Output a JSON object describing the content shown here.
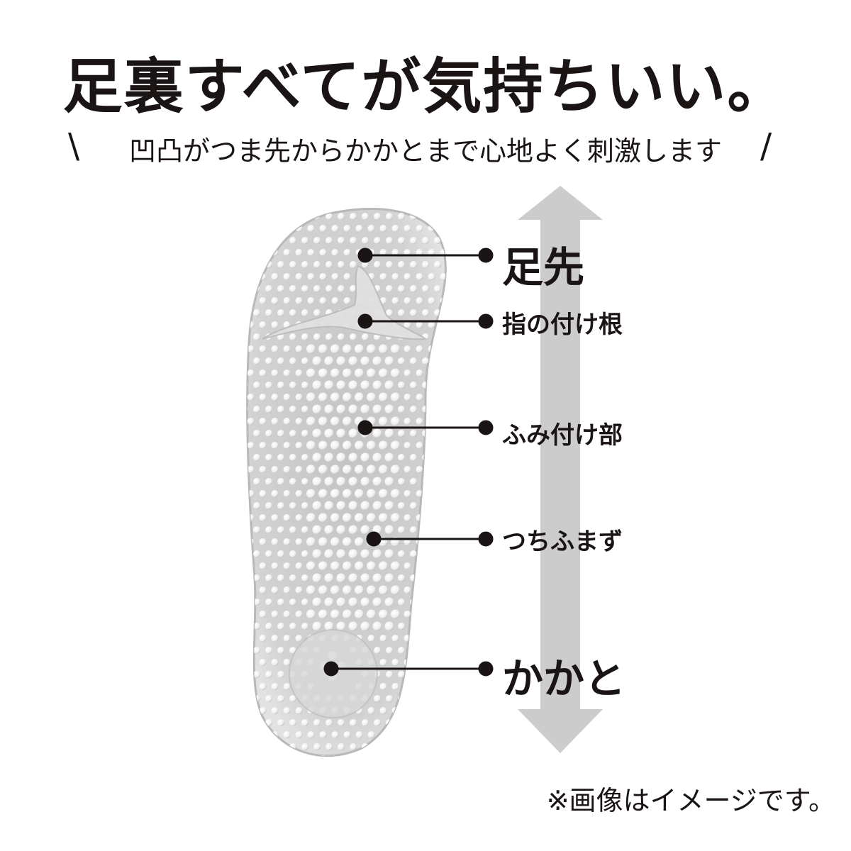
{
  "headline": "足裏すべてが気持ちいい。",
  "subheadline": "凹凸がつま先からかかとまで心地よく刺激します",
  "slash_left": "\\",
  "slash_right": "/",
  "labels": {
    "toe": "足先",
    "toe_base": "指の付け根",
    "ball": "ふみ付け部",
    "arch": "つちふまず",
    "heel": "かかと"
  },
  "note": "※画像はイメージです。",
  "colors": {
    "text": "#1a1414",
    "arrow": "#cccccc",
    "insole_base": "#cfcfcf",
    "insole_edge": "#e4e4e4",
    "nub": "#f4f4f4",
    "leader": "#1a1414"
  }
}
